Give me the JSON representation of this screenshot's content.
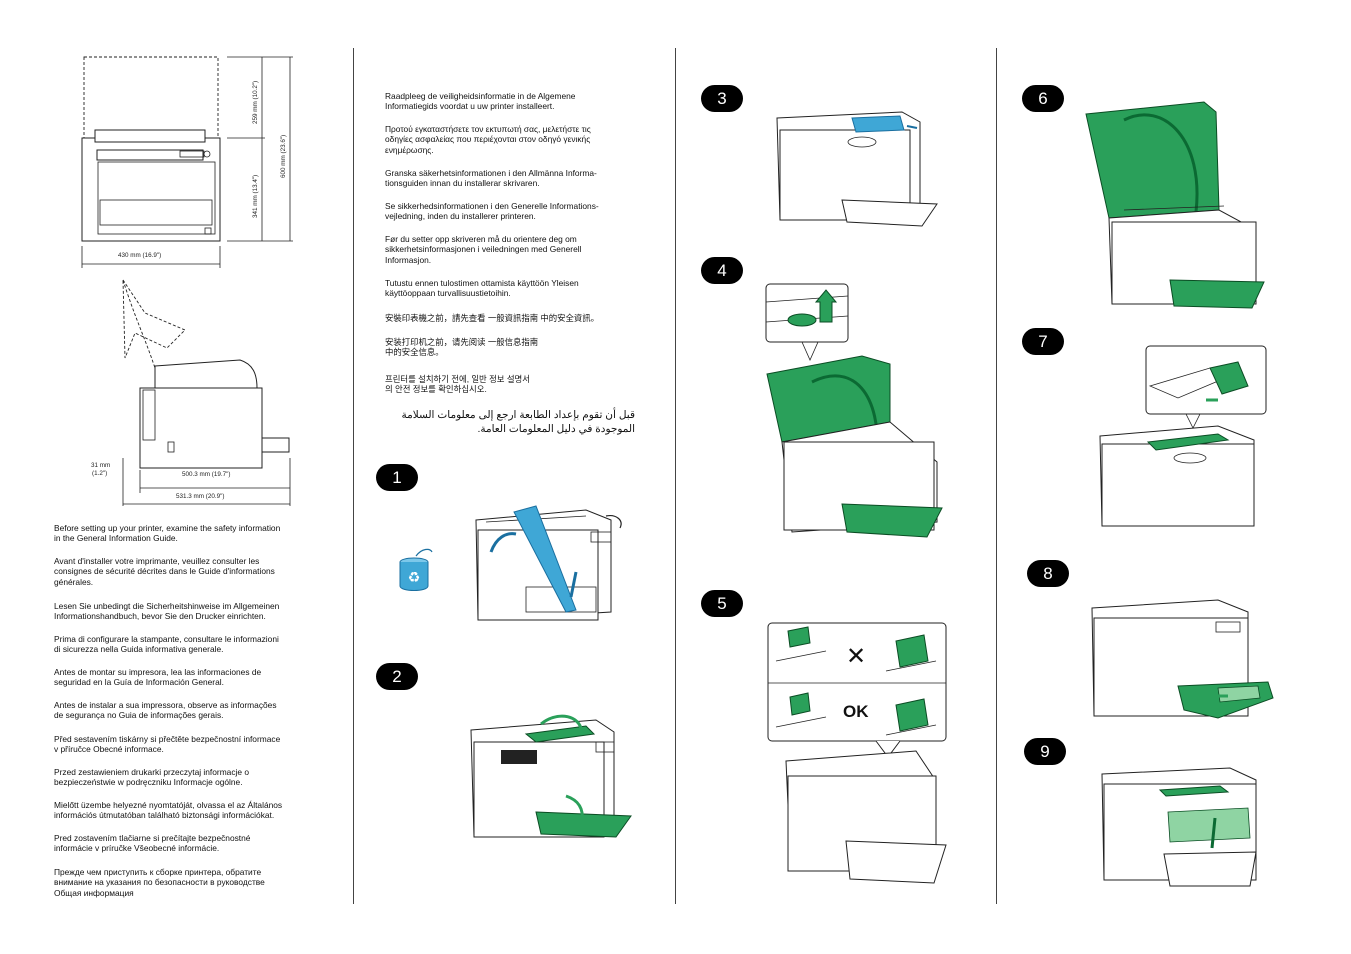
{
  "dimensions": {
    "height_top": "259 mm (10.2\")",
    "height_total": "600 mm (23.6\")",
    "height_body": "341 mm (13.4\")",
    "width_front": "430 mm (16.9\")",
    "rear_offset": "31 mm",
    "rear_offset_in": "(1.2\")",
    "depth": "500.3 mm (19.7\")",
    "depth_total": "531.3 mm (20.9\")"
  },
  "col1_paragraphs": [
    "Before setting up your printer, examine the safety information\nin the General Information Guide.",
    "Avant d'installer votre imprimante, veuillez consulter les\nconsignes de sécurité décrites dans le Guide d'informations\ngénérales.",
    "Lesen Sie unbedingt die Sicherheitshinweise im Allgemeinen\nInformationshandbuch, bevor Sie den Drucker einrichten.",
    "Prima di configurare la stampante, consultare le informazioni\ndi sicurezza nella Guida informativa generale.",
    "Antes de montar su impresora, lea las informaciones de\nseguridad en la Guía de Información General.",
    "Antes de instalar a sua impressora, observe as informações\nde segurança no Guia de informações gerais.",
    "Před sestavením tiskárny si přečtěte bezpečnostní informace\nv příručce Obecné informace.",
    "Przed zestawieniem drukarki przeczytaj informacje o\nbezpieczeństwie w podręczniku Informacje ogólne.",
    "Mielőtt üzembe helyezné nyomtatóját, olvassa el az Általános\ninformációs útmutatóban található biztonsági információkat.",
    "Pred zostavením tlačiarne si prečítajte bezpečnostné\ninformácie v príručke Všeobecné informácie.",
    "Прежде чем приступить к сборке принтера, обратите\nвнимание на указания по безопасности в руководстве\nОбщая информация"
  ],
  "col2_paragraphs": [
    "Raadpleeg de veiligheidsinformatie in de Algemene\nInformatiegids voordat u uw printer installeert.",
    "Προτού εγκαταστήσετε τον εκτυπωτή σας, μελετήστε τις\nοδηγίες ασφαλείας που περιέχονται στον οδηγό γενικής\nενημέρωσης.",
    "Granska säkerhetsinformationen i den Allmänna Informa-\ntionsguiden innan du installerar skrivaren.",
    "Se sikkerhedsinformationen i den Generelle Informations-\nvejledning, inden du installerer printeren.",
    "Før du setter opp skriveren må du orientere deg om\nsikkerhetsinformasjonen i veiledningen med Generell\nInformasjon.",
    "Tutustu ennen tulostimen ottamista käyttöön Yleisen\nkäyttöoppaan turvallisuustietoihin.",
    "安裝印表機之前，請先查看 一般資訊指南 中的安全資訊。",
    "安装打印机之前，请先阅读 一般信息指南\n中的安全信息。",
    "프린터를 설치하기 전에, 일반 정보 설명서\n의 안전 정보를 확인하십시오."
  ],
  "arabic_text": "قبل أن تقوم بإعداد الطابعة ارجع إلى معلومات السلامة\nالموجودة في دليل المعلومات العامة.",
  "steps": [
    "1",
    "2",
    "3",
    "4",
    "5",
    "6",
    "7",
    "8",
    "9"
  ],
  "step5_labels": {
    "wrong": "✕",
    "right": "OK"
  },
  "colors": {
    "accent_green": "#2aa05a",
    "recycle_blue": "#3fa7d6",
    "ink": "#111111"
  }
}
